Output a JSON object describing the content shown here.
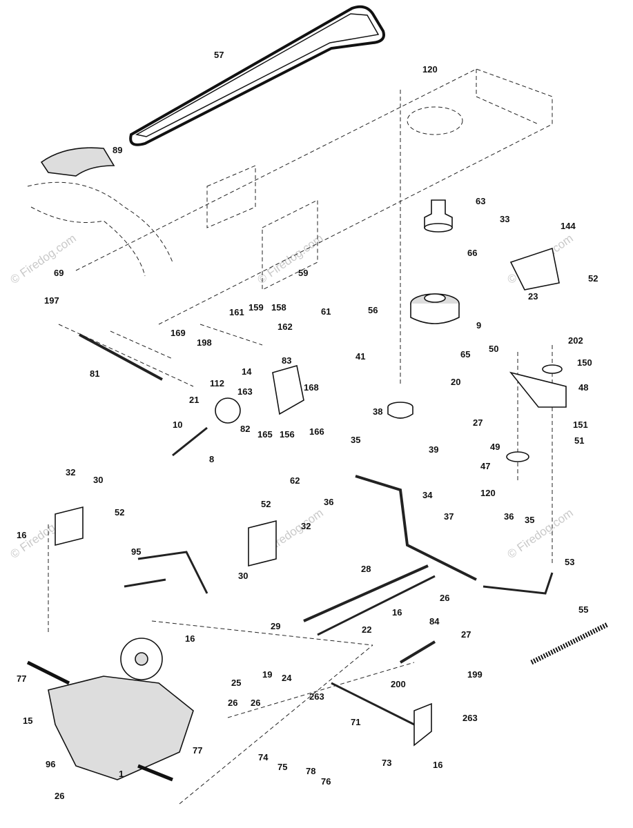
{
  "watermark": "© Firedog.com",
  "labels": [
    {
      "id": "57",
      "text": "57"
    },
    {
      "id": "120a",
      "text": "120"
    },
    {
      "id": "89",
      "text": "89"
    },
    {
      "id": "63",
      "text": "63"
    },
    {
      "id": "66",
      "text": "66"
    },
    {
      "id": "33",
      "text": "33"
    },
    {
      "id": "144",
      "text": "144"
    },
    {
      "id": "52a",
      "text": "52"
    },
    {
      "id": "23",
      "text": "23"
    },
    {
      "id": "69",
      "text": "69"
    },
    {
      "id": "59",
      "text": "59"
    },
    {
      "id": "56",
      "text": "56"
    },
    {
      "id": "9",
      "text": "9"
    },
    {
      "id": "61",
      "text": "61"
    },
    {
      "id": "197",
      "text": "197"
    },
    {
      "id": "161",
      "text": "161"
    },
    {
      "id": "159",
      "text": "159"
    },
    {
      "id": "158",
      "text": "158"
    },
    {
      "id": "198",
      "text": "198"
    },
    {
      "id": "169",
      "text": "169"
    },
    {
      "id": "162",
      "text": "162"
    },
    {
      "id": "41",
      "text": "41"
    },
    {
      "id": "65",
      "text": "65"
    },
    {
      "id": "50",
      "text": "50"
    },
    {
      "id": "202",
      "text": "202"
    },
    {
      "id": "150",
      "text": "150"
    },
    {
      "id": "81",
      "text": "81"
    },
    {
      "id": "14",
      "text": "14"
    },
    {
      "id": "83",
      "text": "83"
    },
    {
      "id": "112",
      "text": "112"
    },
    {
      "id": "163",
      "text": "163"
    },
    {
      "id": "168",
      "text": "168"
    },
    {
      "id": "20",
      "text": "20"
    },
    {
      "id": "48",
      "text": "48"
    },
    {
      "id": "21",
      "text": "21"
    },
    {
      "id": "38",
      "text": "38"
    },
    {
      "id": "27a",
      "text": "27"
    },
    {
      "id": "10",
      "text": "10"
    },
    {
      "id": "82",
      "text": "82"
    },
    {
      "id": "165",
      "text": "165"
    },
    {
      "id": "156",
      "text": "156"
    },
    {
      "id": "166",
      "text": "166"
    },
    {
      "id": "151",
      "text": "151"
    },
    {
      "id": "51",
      "text": "51"
    },
    {
      "id": "35a",
      "text": "35"
    },
    {
      "id": "49",
      "text": "49"
    },
    {
      "id": "39",
      "text": "39"
    },
    {
      "id": "8",
      "text": "8"
    },
    {
      "id": "47",
      "text": "47"
    },
    {
      "id": "62",
      "text": "62"
    },
    {
      "id": "32a",
      "text": "32"
    },
    {
      "id": "30a",
      "text": "30"
    },
    {
      "id": "34",
      "text": "34"
    },
    {
      "id": "36a",
      "text": "36"
    },
    {
      "id": "120b",
      "text": "120"
    },
    {
      "id": "52b",
      "text": "52"
    },
    {
      "id": "52c",
      "text": "52"
    },
    {
      "id": "37",
      "text": "37"
    },
    {
      "id": "16a",
      "text": "16"
    },
    {
      "id": "32b",
      "text": "32"
    },
    {
      "id": "36b",
      "text": "36"
    },
    {
      "id": "35b",
      "text": "35"
    },
    {
      "id": "95",
      "text": "95"
    },
    {
      "id": "30b",
      "text": "30"
    },
    {
      "id": "53",
      "text": "53"
    },
    {
      "id": "28",
      "text": "28"
    },
    {
      "id": "26a",
      "text": "26"
    },
    {
      "id": "55",
      "text": "55"
    },
    {
      "id": "16b",
      "text": "16"
    },
    {
      "id": "84",
      "text": "84"
    },
    {
      "id": "29",
      "text": "29"
    },
    {
      "id": "22",
      "text": "22"
    },
    {
      "id": "27b",
      "text": "27"
    },
    {
      "id": "16c",
      "text": "16"
    },
    {
      "id": "25",
      "text": "25"
    },
    {
      "id": "19",
      "text": "19"
    },
    {
      "id": "24",
      "text": "24"
    },
    {
      "id": "77a",
      "text": "77"
    },
    {
      "id": "199",
      "text": "199"
    },
    {
      "id": "26b",
      "text": "26"
    },
    {
      "id": "26c",
      "text": "26"
    },
    {
      "id": "200",
      "text": "200"
    },
    {
      "id": "263a",
      "text": "263"
    },
    {
      "id": "15",
      "text": "15"
    },
    {
      "id": "71",
      "text": "71"
    },
    {
      "id": "263b",
      "text": "263"
    },
    {
      "id": "77b",
      "text": "77"
    },
    {
      "id": "74",
      "text": "74"
    },
    {
      "id": "75",
      "text": "75"
    },
    {
      "id": "96",
      "text": "96"
    },
    {
      "id": "73",
      "text": "73"
    },
    {
      "id": "16d",
      "text": "16"
    },
    {
      "id": "1",
      "text": "1"
    },
    {
      "id": "78",
      "text": "78"
    },
    {
      "id": "76",
      "text": "76"
    },
    {
      "id": "26d",
      "text": "26"
    }
  ]
}
